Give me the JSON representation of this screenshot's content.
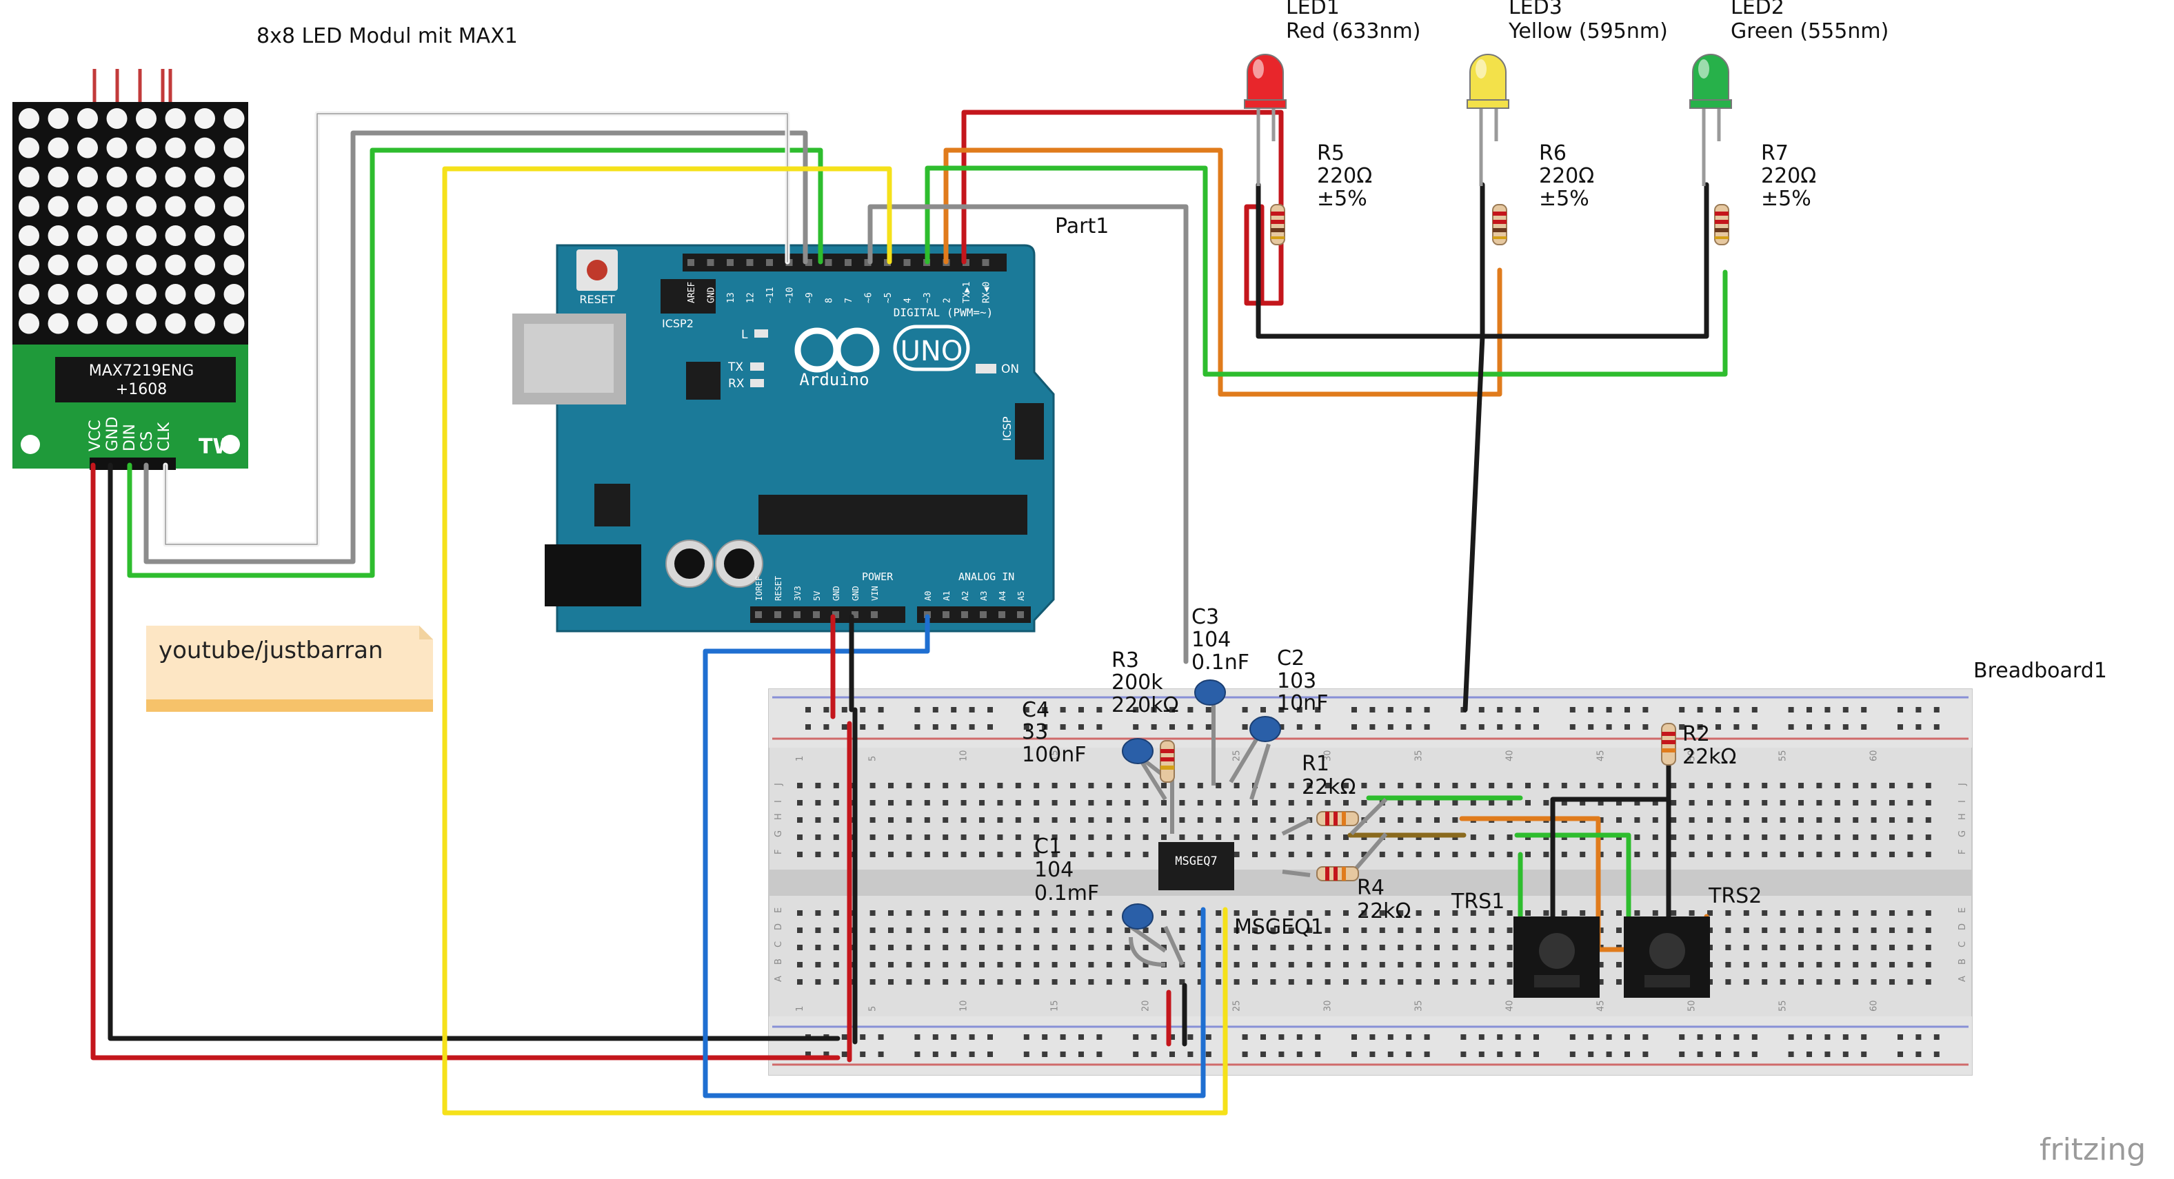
{
  "title": "8x8 LED Modul mit MAX1",
  "matrix": {
    "chip_name": "MAX7219ENG",
    "chip_code": "+1608",
    "pins": [
      "VCC",
      "GND",
      "DIN",
      "CS",
      "CLK"
    ],
    "brand": "TW"
  },
  "note": {
    "text": "youtube/justbarran"
  },
  "arduino": {
    "name": "Part1",
    "reset": "RESET",
    "icsp2": "ICSP2",
    "icsp": "ICSP",
    "digital": "DIGITAL (PWM=~)",
    "uno": "UNO",
    "brand": "Arduino",
    "on": "ON",
    "tx": "TX",
    "rx": "RX",
    "l": "L",
    "power": "POWER",
    "analog": "ANALOG IN",
    "top_pins": [
      "AREF",
      "GND",
      "13",
      "12",
      "~11",
      "~10",
      "~9",
      "8",
      "7",
      "~6",
      "~5",
      "4",
      "~3",
      "2",
      "TX▶1",
      "RX◀0"
    ],
    "power_pins": [
      "IOREF",
      "RESET",
      "3V3",
      "5V",
      "GND",
      "GND",
      "VIN"
    ],
    "analog_pins": [
      "A0",
      "A1",
      "A2",
      "A3",
      "A4",
      "A5"
    ]
  },
  "leds": [
    {
      "name": "LED1",
      "desc": "Red (633nm)",
      "color": "#e8262b"
    },
    {
      "name": "LED3",
      "desc": "Yellow (595nm)",
      "color": "#f3e14a"
    },
    {
      "name": "LED2",
      "desc": "Green (555nm)",
      "color": "#27b14a"
    }
  ],
  "resistors_top": [
    {
      "name": "R5",
      "value": "220Ω",
      "tol": "±5%"
    },
    {
      "name": "R6",
      "value": "220Ω",
      "tol": "±5%"
    },
    {
      "name": "R7",
      "value": "220Ω",
      "tol": "±5%"
    }
  ],
  "breadboard": {
    "name": "Breadboard1",
    "col_numbers": [
      "1",
      "5",
      "10",
      "15",
      "20",
      "25",
      "30",
      "35",
      "40",
      "45",
      "50",
      "55",
      "60"
    ],
    "rows_top": [
      "J",
      "I",
      "H",
      "G",
      "F"
    ],
    "rows_bottom": [
      "E",
      "D",
      "C",
      "B",
      "A"
    ]
  },
  "components": {
    "c3": [
      "C3",
      "104",
      "0.1nF"
    ],
    "r3": [
      "R3",
      "200k",
      "220kΩ"
    ],
    "c2": [
      "C2",
      "103",
      "10nF"
    ],
    "c4": [
      "C4",
      "33",
      "100nF"
    ],
    "r1": [
      "R1",
      "22kΩ"
    ],
    "r2": [
      "R2",
      "22kΩ"
    ],
    "c1": [
      "C1",
      "104",
      "0.1mF"
    ],
    "r4": [
      "R4",
      "22kΩ"
    ],
    "msgeq": "MSGEQ1",
    "chip_label": "MSGEQ7",
    "trs1": "TRS1",
    "trs2": "TRS2"
  },
  "footer": {
    "brand": "fritzing"
  },
  "colors": {
    "red": "#c4161c",
    "black": "#1a1a1a",
    "white": "#f2f2f2",
    "gray": "#8c8c8c",
    "green": "#2ebd2e",
    "yellow": "#f5e11a",
    "orange": "#e07b1c",
    "blue": "#1f6fd1",
    "brown": "#8a6a1e",
    "arduino": "#1b7a99",
    "matrix_pcb": "#1f9a3a",
    "note": "#fde6c4"
  }
}
